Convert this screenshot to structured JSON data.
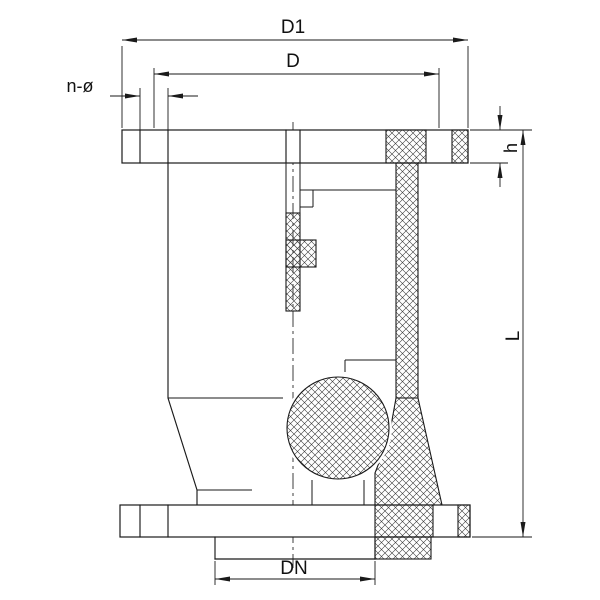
{
  "drawing": {
    "labels": {
      "d1": "D1",
      "d": "D",
      "n_phi": "n-ø",
      "h": "h",
      "l": "L",
      "dn": "DN"
    },
    "colors": {
      "line": "#1a1a1a",
      "hatch": "#3a3a3a",
      "background": "#ffffff"
    }
  }
}
